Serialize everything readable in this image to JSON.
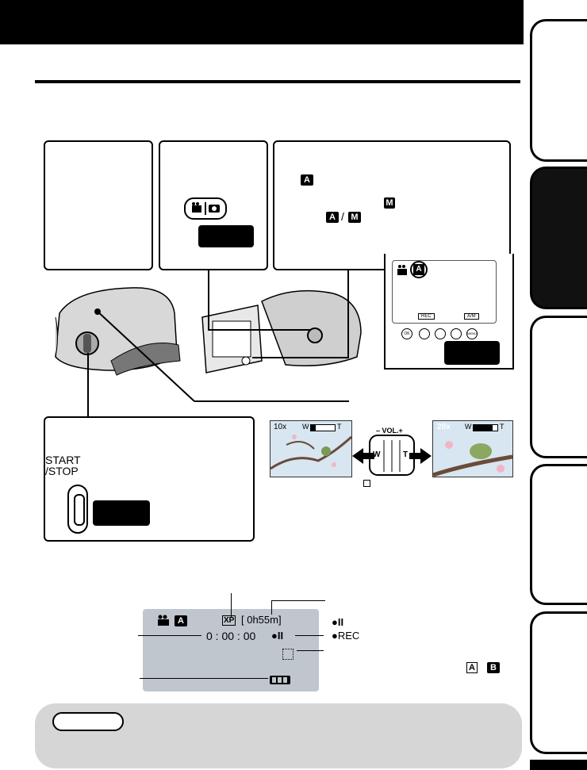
{
  "colors": {
    "accent": "#000000",
    "lcd": "#bfc6ce",
    "note_bg": "#d6d6d6"
  },
  "wide_view": {
    "zoom": "10x",
    "w": "W",
    "t": "T"
  },
  "tele_view": {
    "zoom": "20x",
    "w": "W",
    "t": "T"
  },
  "zoom_lever": {
    "vol": "– VOL.+",
    "w": "W",
    "t": "T"
  },
  "lcd_small": {
    "rec_btn": "REC",
    "am_btn": "A/M",
    "ok_btn": "OK",
    "menu_btn": "MENU"
  },
  "start_stop": {
    "line1": "START",
    "line2": "/STOP"
  },
  "mode_marks": {
    "a": "A",
    "m": "M",
    "am_a": "A",
    "am_m": "M"
  },
  "screen": {
    "mode_icon": "A",
    "quality_badge": "XP",
    "remaining": "[ 0h55m]",
    "counter": "0 : 00 : 00",
    "pause_symbol": "●II",
    "status_pause": "●II",
    "status_rec": "●REC",
    "slot_a": "A",
    "slot_b": "B"
  }
}
